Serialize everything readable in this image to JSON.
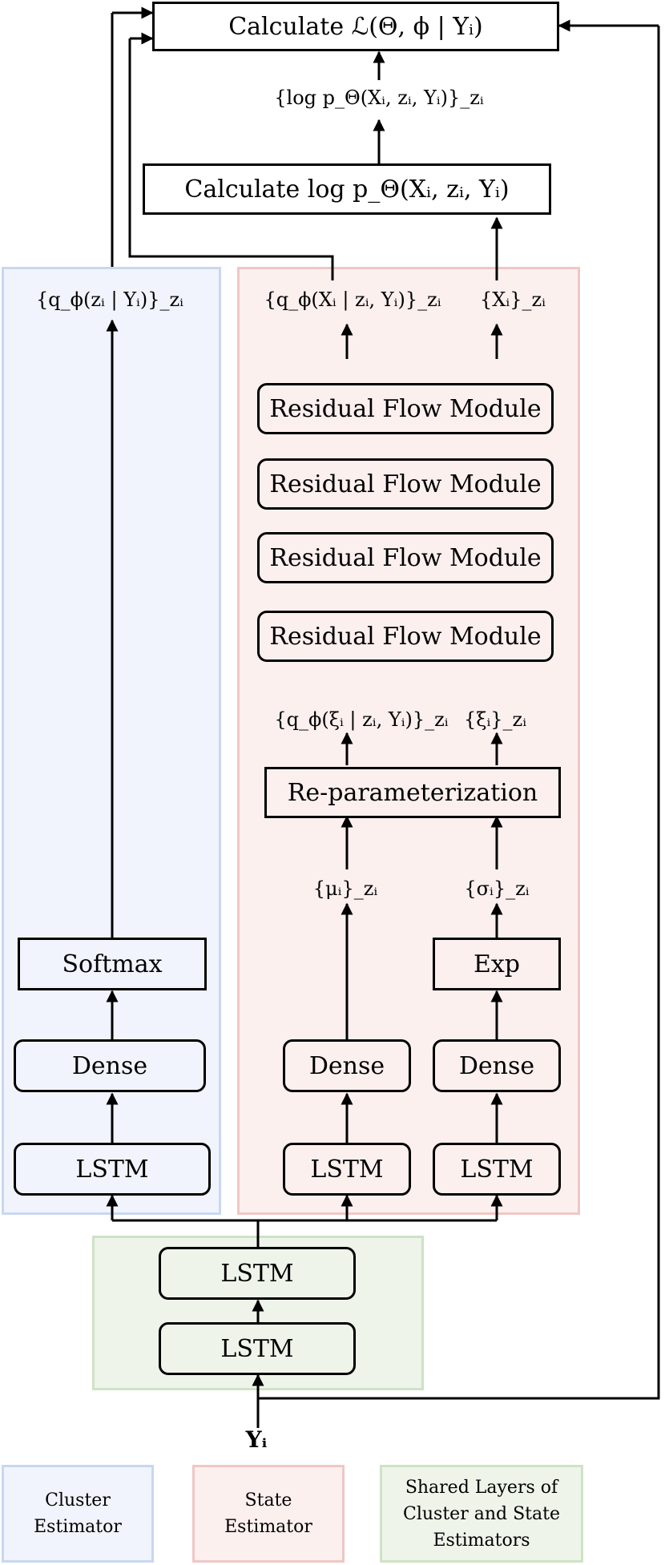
{
  "top": {
    "loss_box": "Calculate ℒ(Θ, ϕ | Yᵢ)",
    "log_p_label": "{log p_Θ(Xᵢ, zᵢ, Yᵢ)}_zᵢ",
    "log_p_box": "Calculate  log p_Θ(Xᵢ, zᵢ, Yᵢ)"
  },
  "cluster": {
    "output_label": "{q_ϕ(zᵢ | Yᵢ)}_zᵢ",
    "softmax": "Softmax",
    "dense": "Dense",
    "lstm": "LSTM"
  },
  "state": {
    "q_x_label": "{q_ϕ(Xᵢ | zᵢ, Yᵢ)}_zᵢ",
    "x_label": "{Xᵢ}_zᵢ",
    "flow_modules": [
      "Residual Flow Module",
      "Residual Flow Module",
      "Residual Flow Module",
      "Residual Flow Module"
    ],
    "q_xi_label": "{q_ϕ(ξᵢ | zᵢ, Yᵢ)}_zᵢ",
    "xi_label": "{ξᵢ}_zᵢ",
    "reparam": "Re-parameterization",
    "mu_label": "{μᵢ}_zᵢ",
    "sigma_label": "{σᵢ}_zᵢ",
    "exp": "Exp",
    "dense_left": "Dense",
    "dense_right": "Dense",
    "lstm_left": "LSTM",
    "lstm_right": "LSTM"
  },
  "shared": {
    "lstm_top": "LSTM",
    "lstm_bottom": "LSTM"
  },
  "input_label": "Yᵢ",
  "legend": {
    "cluster": [
      "Cluster",
      "Estimator"
    ],
    "state": [
      "State",
      "Estimator"
    ],
    "shared": [
      "Shared Layers of",
      "Cluster and State",
      "Estimators"
    ]
  },
  "colors": {
    "cluster_fill": "#f1f4fc",
    "cluster_border": "#c9d7f0",
    "state_fill": "#fcf0ef",
    "state_border": "#f0c7c5",
    "shared_fill": "#eef4ea",
    "shared_border": "#cfe2c6"
  }
}
